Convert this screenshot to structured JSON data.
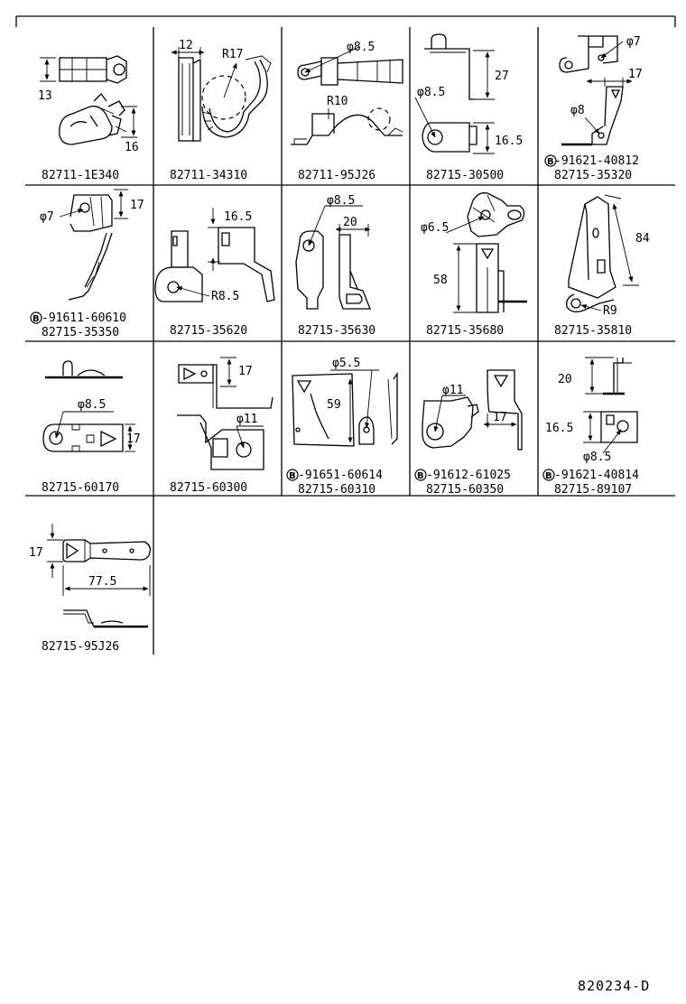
{
  "diagram_code": "820234-D",
  "cells": [
    {
      "part": "82711-1E340",
      "dims": [
        "13",
        "16"
      ]
    },
    {
      "part": "82711-34310",
      "dims": [
        "12",
        "R17"
      ]
    },
    {
      "part": "82711-95J26",
      "dims": [
        "φ8.5",
        "R10"
      ]
    },
    {
      "part": "82715-30500",
      "dims": [
        "27",
        "φ8.5",
        "16.5"
      ]
    },
    {
      "part": "82715-35320",
      "bolt": "91621-40812",
      "dims": [
        "φ7",
        "17",
        "φ8"
      ]
    },
    {
      "part": "82715-35350",
      "bolt": "91611-60610",
      "dims": [
        "φ7",
        "17"
      ]
    },
    {
      "part": "82715-35620",
      "dims": [
        "16.5",
        "R8.5"
      ]
    },
    {
      "part": "82715-35630",
      "dims": [
        "φ8.5",
        "20"
      ]
    },
    {
      "part": "82715-35680",
      "dims": [
        "φ6.5",
        "58"
      ]
    },
    {
      "part": "82715-35810",
      "dims": [
        "84",
        "R9"
      ]
    },
    {
      "part": "82715-60170",
      "dims": [
        "φ8.5",
        "17"
      ]
    },
    {
      "part": "82715-60300",
      "dims": [
        "17",
        "φ11"
      ]
    },
    {
      "part": "82715-60310",
      "bolt": "91651-60614",
      "dims": [
        "φ5.5",
        "59"
      ]
    },
    {
      "part": "82715-60350",
      "bolt": "91612-61025",
      "dims": [
        "φ11",
        "17"
      ]
    },
    {
      "part": "82715-89107",
      "bolt": "91621-40814",
      "dims": [
        "20",
        "16.5",
        "φ8.5"
      ]
    },
    {
      "part": "82715-95J26",
      "dims": [
        "17",
        "77.5"
      ]
    }
  ],
  "bolt_marker": "B"
}
